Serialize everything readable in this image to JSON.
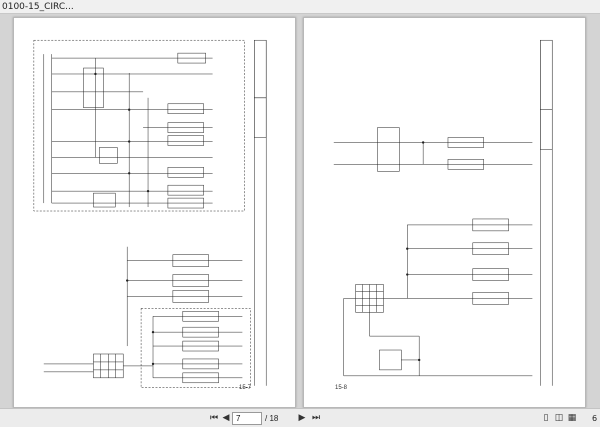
{
  "window": {
    "title": "0100-15_CIRC..."
  },
  "pages": {
    "left": {
      "number": "15-7"
    },
    "right": {
      "number": "15-8"
    }
  },
  "navigation": {
    "first_icon": "first-page-icon",
    "prev_icon": "previous-page-icon",
    "next_icon": "next-page-icon",
    "last_icon": "last-page-icon",
    "current_page": "7",
    "separator": "/ 18"
  },
  "view_controls": {
    "single_page_icon": "single-page-view-icon",
    "two_page_icon": "two-page-view-icon",
    "grid_icon": "thumbnail-grid-icon",
    "zoom_label": "6"
  }
}
